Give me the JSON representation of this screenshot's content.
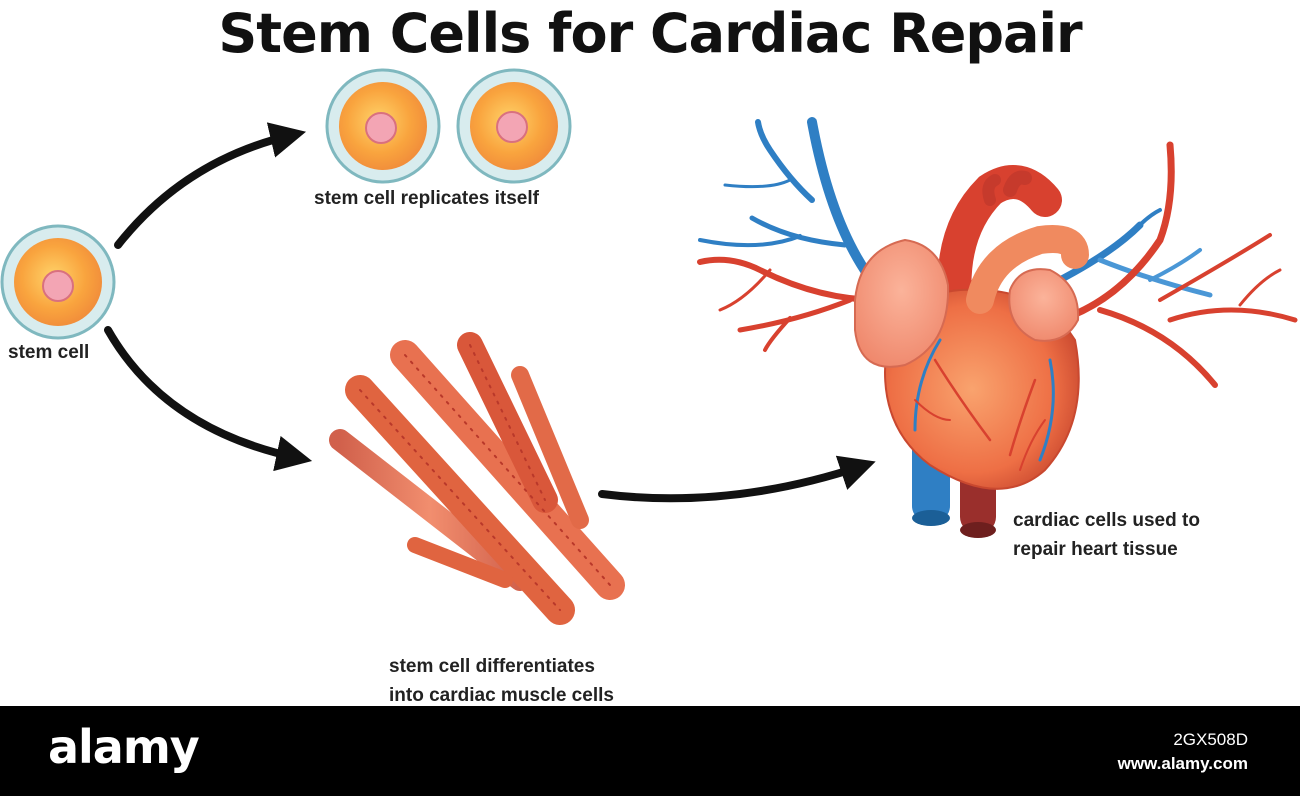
{
  "title": "Stem Cells for Cardiac Repair",
  "labels": {
    "stem_cell": "stem cell",
    "replicates": "stem cell replicates itself",
    "differentiates_line1": "stem cell differentiates",
    "differentiates_line2": "into cardiac muscle cells",
    "cardiac_line1": "cardiac cells used to",
    "cardiac_line2": "repair heart tissue"
  },
  "footer": {
    "brand": "alamy",
    "image_id": "2GX508D",
    "site": "www.alamy.com"
  },
  "colors": {
    "arrow": "#111111",
    "muscle": "#e2603f",
    "heart": "#f07b4e",
    "artery": "#d8412f",
    "vein": "#2f7fc4",
    "cell_outer": "#cfe6e8",
    "cell_body": "#f8a23c",
    "nucleus": "#f3a5b4"
  }
}
